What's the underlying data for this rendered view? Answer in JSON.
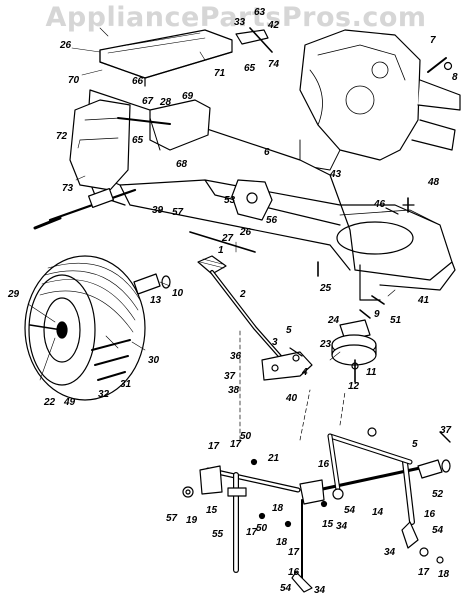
{
  "watermark": "AppliancePartsPros.com",
  "colors": {
    "ink": "#000000",
    "watermark": "#d6d6d6",
    "background": "#ffffff"
  },
  "labels": {
    "p26a": "26",
    "p33": "33",
    "p63": "63",
    "p26c": "26",
    "p42": "42",
    "p7": "7",
    "p8": "8",
    "p70": "70",
    "p66": "66",
    "p71": "71",
    "p65a": "65",
    "p74": "74",
    "p69": "69",
    "p67": "67",
    "p28": "28",
    "p72": "72",
    "p65b": "65",
    "p6": "6",
    "p68": "68",
    "p43": "43",
    "p73": "73",
    "p39": "39",
    "p57a": "57",
    "p53": "53",
    "p48": "48",
    "p46": "46",
    "p56": "56",
    "p26b": "26",
    "p27": "27",
    "p1": "1",
    "p10": "10",
    "p25": "25",
    "p13": "13",
    "p2": "2",
    "p41": "41",
    "p9": "9",
    "p29": "29",
    "p51": "51",
    "p24": "24",
    "p5a": "5",
    "p3": "3",
    "p23": "23",
    "p30": "30",
    "p36": "36",
    "p37a": "37",
    "p4": "4",
    "p11": "11",
    "p12": "12",
    "p38": "38",
    "p40": "40",
    "p31": "31",
    "p22": "22",
    "p49": "49",
    "p32": "32",
    "p17a": "17",
    "p50a": "50",
    "p17b": "17",
    "p21": "21",
    "p5b": "5",
    "p37b": "37",
    "p16a": "16",
    "p52": "52",
    "p57b": "57",
    "p19": "19",
    "p15a": "15",
    "p18a": "18",
    "p15b": "15",
    "p54a": "54",
    "p34a": "34",
    "p14": "14",
    "p50b": "50",
    "p17c": "17",
    "p55": "55",
    "p18b": "18",
    "p17d": "17",
    "p16b": "16",
    "p54b": "54",
    "p16c": "16",
    "p54c": "54",
    "p34b": "34",
    "p17e": "17",
    "p18c": "18",
    "p16d": "16",
    "p34c": "34"
  }
}
